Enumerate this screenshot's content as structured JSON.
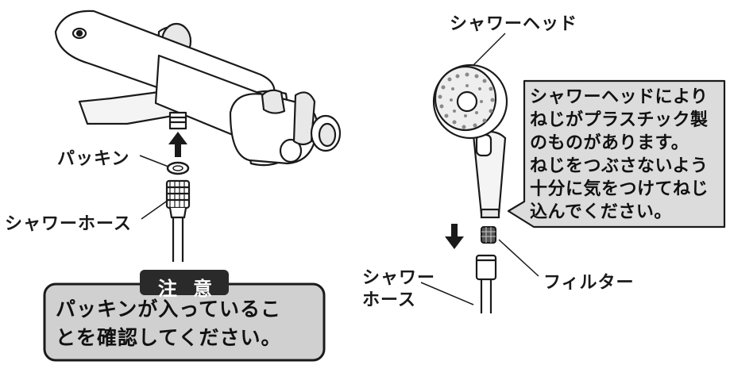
{
  "labels": {
    "packing": "パッキン",
    "shower_hose_left": "シャワーホース",
    "shower_head": "シャワーヘッド",
    "shower_hose_right_line1": "シャワー",
    "shower_hose_right_line2": "ホース",
    "filter": "フィルター"
  },
  "callout": {
    "lines": [
      "シャワーヘッドにより",
      "ねじがプラスチック製",
      "のものがあります。",
      "ねじをつぶさないよう",
      "十分に気をつけてねじ",
      "込んでください。"
    ]
  },
  "caution": {
    "title": "注 意",
    "body_lines": [
      "パッキンが入っているこ",
      "とを確認してください。"
    ]
  },
  "colors": {
    "line": "#1a1a1a",
    "callout_fill": "#dcdcdc",
    "caution_fill": "#d0d0d0",
    "caution_title_bg": "#2a2a2a",
    "nozzle_dots": "#8a8a8a"
  }
}
